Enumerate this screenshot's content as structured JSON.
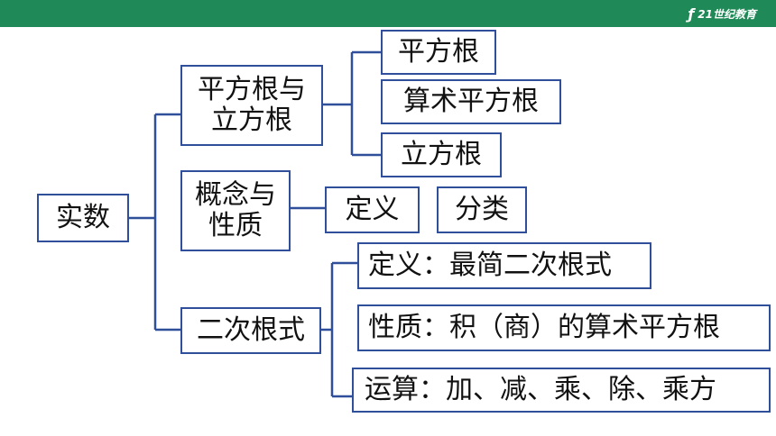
{
  "header": {
    "logo_text": "21世纪教育"
  },
  "colors": {
    "header_bar": "#1f8a57",
    "box_border": "#2f4f9a",
    "connector": "#2f4f9a"
  },
  "root": {
    "label": "实数"
  },
  "branch1": {
    "label_line1": "平方根与",
    "label_line2": "立方根",
    "children": [
      "平方根",
      "算术平方根",
      "立方根"
    ]
  },
  "branch2": {
    "label_line1": "概念与",
    "label_line2": "性质",
    "children": [
      "定义",
      "分类"
    ]
  },
  "branch3": {
    "label": "二次根式",
    "children": [
      "定义：最简二次根式",
      "性质：积（商）的算术平方根",
      "运算：加、减、乘、除、乘方"
    ]
  }
}
